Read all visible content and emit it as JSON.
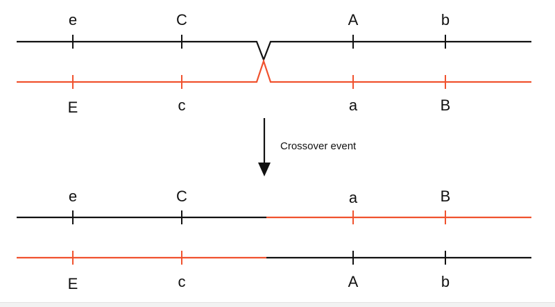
{
  "colors": {
    "black_strand": "#111111",
    "red_strand": "#f0522e"
  },
  "before": {
    "top_labels": [
      "e",
      "C",
      "A",
      "b"
    ],
    "bottom_labels": [
      "E",
      "c",
      "a",
      "B"
    ]
  },
  "arrow": {
    "caption": "Crossover event"
  },
  "after": {
    "top_labels": [
      "e",
      "C",
      "a",
      "B"
    ],
    "bottom_labels": [
      "E",
      "c",
      "A",
      "b"
    ]
  }
}
